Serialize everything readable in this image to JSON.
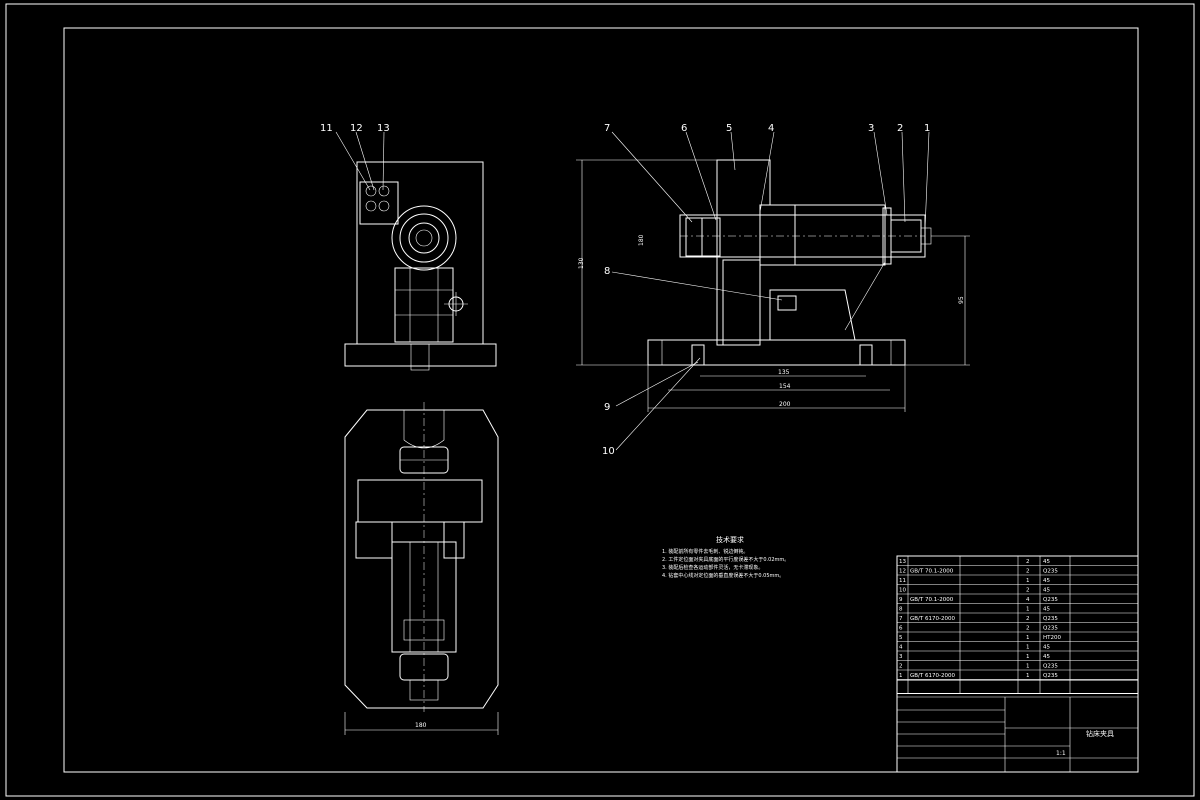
{
  "callouts_front": [
    "11",
    "12",
    "13"
  ],
  "callouts_section": [
    "7",
    "6",
    "5",
    "4",
    "3",
    "2",
    "1",
    "8",
    "9",
    "10"
  ],
  "dimensions": {
    "top_width": "180",
    "height": "130",
    "right_height": "95",
    "d1": "135",
    "d2": "154",
    "d3": "200",
    "bottom_width": "180"
  },
  "tech_req": {
    "title": "技术要求",
    "items": [
      "1. 装配前所有零件去毛刺、锐边倒钝。",
      "2. 工件定位面对夹具底面的平行度误差不大于0.02mm。",
      "3. 装配后检查各运动部件灵活，无卡滞现象。",
      "4. 钻套中心线对定位面的垂直度误差不大于0.05mm。"
    ]
  },
  "bom": [
    {
      "no": "13",
      "code": "",
      "name": "",
      "qty": "2",
      "mat": "45"
    },
    {
      "no": "12",
      "code": "GB/T 70.1-2000",
      "name": "",
      "qty": "2",
      "mat": "Q235"
    },
    {
      "no": "11",
      "code": "",
      "name": "",
      "qty": "1",
      "mat": "45"
    },
    {
      "no": "10",
      "code": "",
      "name": "",
      "qty": "2",
      "mat": "45"
    },
    {
      "no": "9",
      "code": "GB/T 70.1-2000",
      "name": "",
      "qty": "4",
      "mat": "Q235"
    },
    {
      "no": "8",
      "code": "",
      "name": "",
      "qty": "1",
      "mat": "45"
    },
    {
      "no": "7",
      "code": "GB/T 6170-2000",
      "name": "",
      "qty": "2",
      "mat": "Q235"
    },
    {
      "no": "6",
      "code": "",
      "name": "",
      "qty": "2",
      "mat": "Q235"
    },
    {
      "no": "5",
      "code": "",
      "name": "",
      "qty": "1",
      "mat": "HT200"
    },
    {
      "no": "4",
      "code": "",
      "name": "",
      "qty": "1",
      "mat": "45"
    },
    {
      "no": "3",
      "code": "",
      "name": "",
      "qty": "1",
      "mat": "45"
    },
    {
      "no": "2",
      "code": "",
      "name": "",
      "qty": "1",
      "mat": "Q235"
    },
    {
      "no": "1",
      "code": "GB/T 6170-2000",
      "name": "",
      "qty": "1",
      "mat": "Q235"
    }
  ],
  "title_block": {
    "drawing_name": "钻床夹具",
    "scale": "1:1"
  }
}
